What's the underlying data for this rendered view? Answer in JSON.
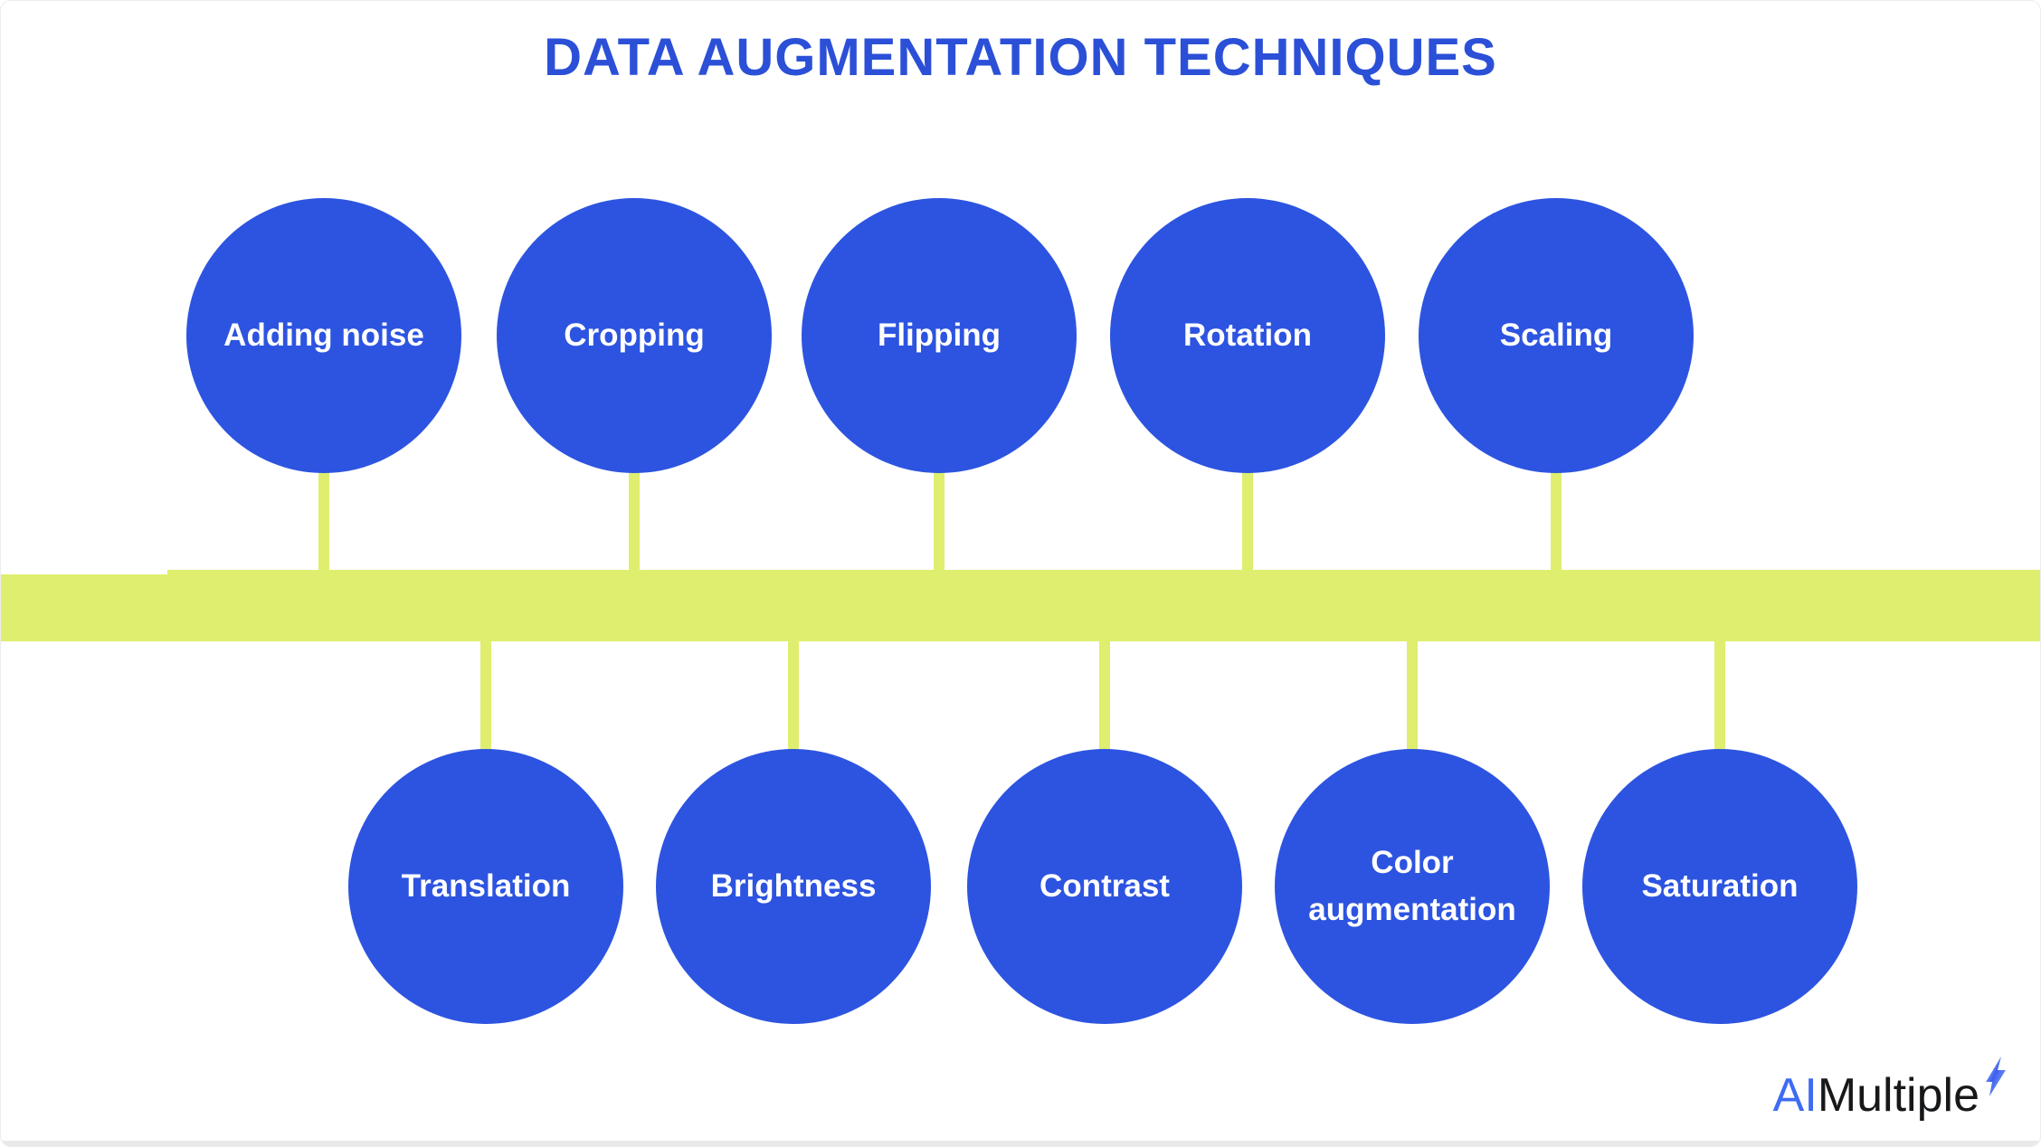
{
  "title": "DATA AUGMENTATION TECHNIQUES",
  "diagram": {
    "top_row": [
      {
        "label": "Adding noise"
      },
      {
        "label": "Cropping"
      },
      {
        "label": "Flipping"
      },
      {
        "label": "Rotation"
      },
      {
        "label": "Scaling"
      }
    ],
    "bottom_row": [
      {
        "label": "Translation"
      },
      {
        "label": "Brightness"
      },
      {
        "label": "Contrast"
      },
      {
        "label": "Color augmentation"
      },
      {
        "label": "Saturation"
      }
    ]
  },
  "logo": {
    "prefix": "AI",
    "name": "Multiple"
  },
  "colors": {
    "title_blue": "#2b50d7",
    "circle_blue": "#2d54e0",
    "bar_lime": "#dfee6e",
    "logo_blue": "#3e6bf2",
    "logo_dark": "#17181a"
  }
}
